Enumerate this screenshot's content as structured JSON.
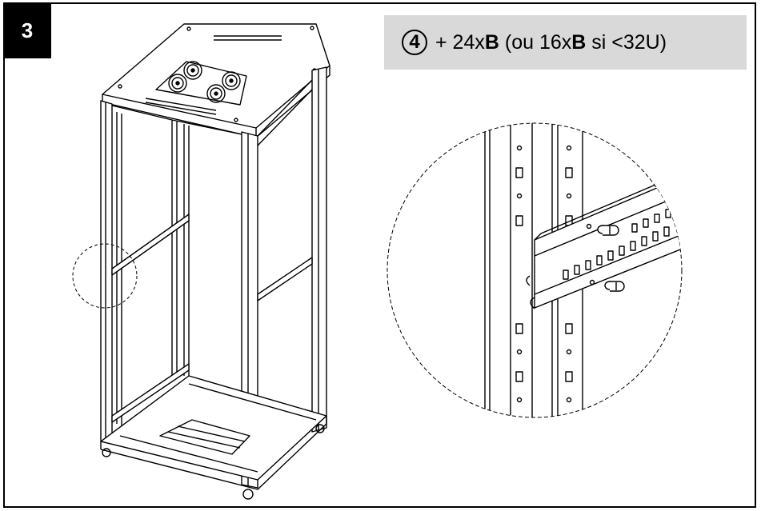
{
  "step": {
    "number": "3"
  },
  "instruction": {
    "item_ref": "4",
    "prefix": "+ 24x",
    "part": "B",
    "middle": " (ou 16x",
    "part2": "B",
    "suffix": " si <32U)"
  },
  "colors": {
    "badge": "#000000",
    "instruction_bg": "#d9d9d9",
    "line": "#000000"
  }
}
